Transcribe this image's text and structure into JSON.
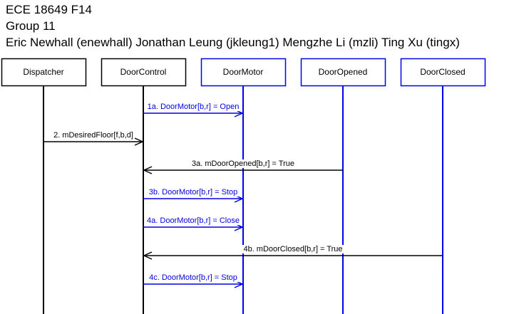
{
  "header": {
    "line1": "ECE 18649 F14",
    "line2": "Group 11",
    "line3": "Eric Newhall (enewhall) Jonathan Leung (jkleung1) Mengzhe Li (mzli) Ting Xu  (tingx)"
  },
  "colors": {
    "black": "#000000",
    "blue": "#0000e6"
  },
  "participants": [
    {
      "id": "dispatcher",
      "label": "Dispatcher",
      "color": "#000000"
    },
    {
      "id": "doorcontrol",
      "label": "DoorControl",
      "color": "#000000"
    },
    {
      "id": "doormotor",
      "label": "DoorMotor",
      "color": "#0000e6"
    },
    {
      "id": "dooropened",
      "label": "DoorOpened",
      "color": "#0000e6"
    },
    {
      "id": "doorclosed",
      "label": "DoorClosed",
      "color": "#0000e6"
    }
  ],
  "messages": [
    {
      "from": 1,
      "to": 2,
      "label": "1a. DoorMotor[b,r] = Open",
      "color": "#0000e6"
    },
    {
      "from": 0,
      "to": 1,
      "label": "2. mDesiredFloor[f,b,d]",
      "color": "#000000"
    },
    {
      "from": 3,
      "to": 1,
      "label": "3a. mDoorOpened[b,r] = True",
      "color": "#000000"
    },
    {
      "from": 1,
      "to": 2,
      "label": "3b. DoorMotor[b,r] = Stop",
      "color": "#0000e6"
    },
    {
      "from": 1,
      "to": 2,
      "label": "4a. DoorMotor[b,r] = Close",
      "color": "#0000e6"
    },
    {
      "from": 4,
      "to": 1,
      "label": "4b. mDoorClosed[b,r] = True",
      "color": "#000000"
    },
    {
      "from": 1,
      "to": 2,
      "label": "4c. DoorMotor[b,r] = Stop",
      "color": "#0000e6"
    }
  ]
}
